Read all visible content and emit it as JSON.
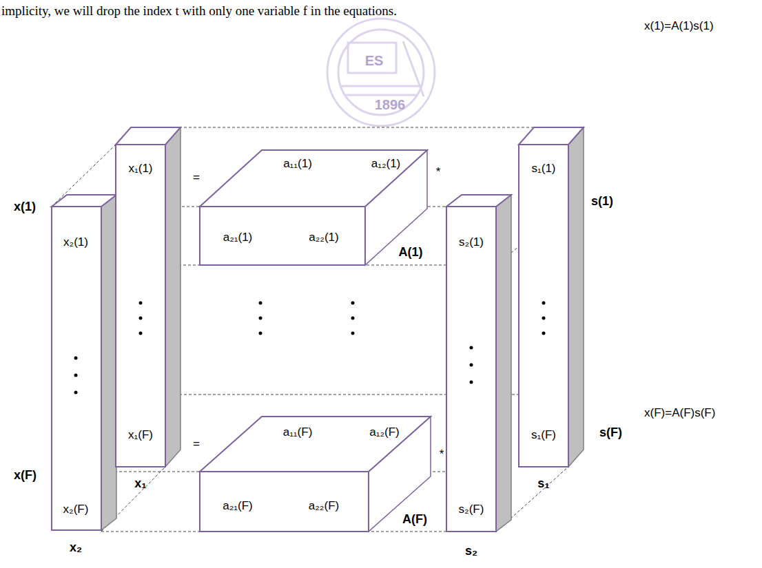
{
  "diagram": {
    "nodes": [
      {
        "text": [
          "x₂(1)",
          "x₂(F)",
          "x₂"
        ]
      },
      {
        "text": [
          "x₁(1)",
          "x₁(F)",
          "x₁"
        ]
      },
      {
        "text": [
          "a₁₁(1)",
          "a₁₂(1)",
          "a₂₁(1)",
          "a₂₂(1)",
          "A(1)"
        ]
      },
      {
        "text": [
          "a₁₁(F)",
          "a₁₂(F)",
          "a₂₁(F)",
          "a₂₂(F)",
          "A(F)"
        ]
      },
      {
        "text": [
          "s₂(1)",
          "s₂(F)",
          "s₂"
        ]
      },
      {
        "text": [
          "s₁(1)",
          "s₁(F)",
          "s₁"
        ]
      }
    ],
    "labels": [
      "implicity, we will drop the index t with only one variable f in the equations.",
      "ES",
      "1896",
      "x(1)=A(1)s(1)",
      "=",
      "*",
      "s(1)",
      "x(1)",
      "x(F)=A(F)s(F)",
      "s(F)",
      "=",
      "*",
      "x(F)"
    ]
  }
}
